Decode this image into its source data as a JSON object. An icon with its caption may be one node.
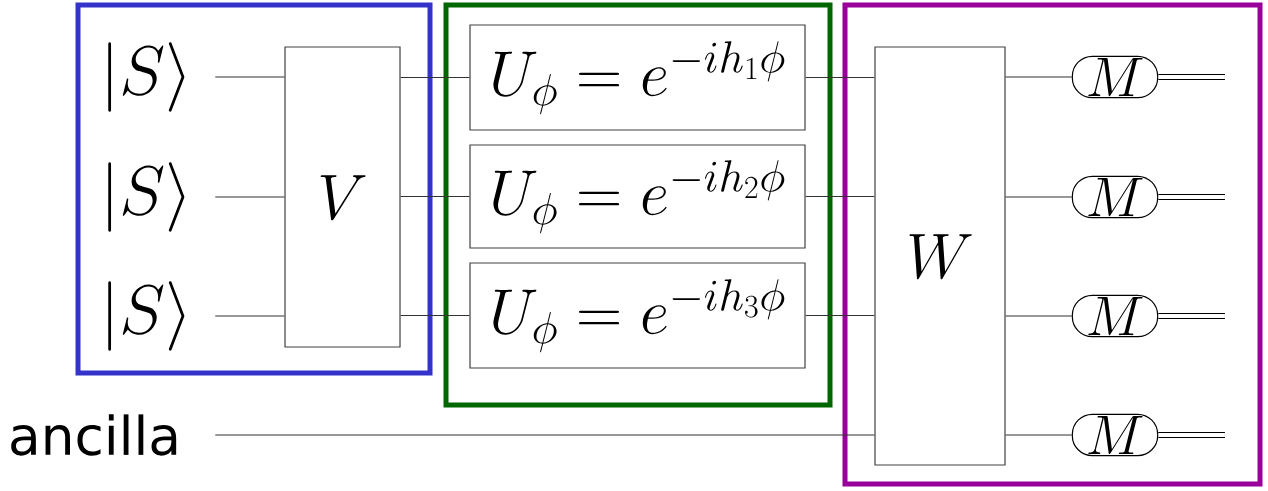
{
  "diagram": {
    "nodes": [
      {
        "text": [],
        "shape": "box"
      },
      {
        "text": [
          "|S\\rangle"
        ],
        "in": 0
      },
      {
        "text": [
          "|S\\rangle"
        ],
        "in": 0
      },
      {
        "text": [
          "|S\\rangle"
        ],
        "in": 0
      },
      {
        "text": [
          "V"
        ],
        "in": 0
      },
      {
        "text": [],
        "shape": "box"
      },
      {
        "text": [
          "U_\\phi = e^{-ih_1\\phi}"
        ],
        "in": 5
      },
      {
        "text": [
          "U_\\phi = e^{-ih_2\\phi}"
        ],
        "in": 5
      },
      {
        "text": [
          "U_\\phi = e^{-ih_3\\phi}"
        ],
        "in": 5
      },
      {
        "text": [
          "ancilla"
        ]
      },
      {
        "text": [],
        "shape": "box"
      },
      {
        "text": [
          "W"
        ],
        "in": 10
      },
      {
        "text": [
          "M"
        ],
        "in": 10
      },
      {
        "text": [
          "M"
        ],
        "in": 10
      },
      {
        "text": [
          "M"
        ],
        "in": 10
      },
      {
        "text": [
          "M"
        ],
        "in": 10
      }
    ],
    "edges": [
      {
        "from": 1,
        "to": 4,
        "arrow": "none"
      },
      {
        "from": 2,
        "to": 4,
        "arrow": "none"
      },
      {
        "from": 3,
        "to": 4,
        "arrow": "none"
      },
      {
        "from": 4,
        "to": 6,
        "arrow": "none"
      },
      {
        "from": 4,
        "to": 7,
        "arrow": "none"
      },
      {
        "from": 4,
        "to": 8,
        "arrow": "none"
      },
      {
        "from": 6,
        "to": 11,
        "arrow": "none"
      },
      {
        "from": 7,
        "to": 11,
        "arrow": "none"
      },
      {
        "from": 8,
        "to": 11,
        "arrow": "none"
      },
      {
        "from": 9,
        "to": 11,
        "arrow": "none"
      },
      {
        "from": 11,
        "to": 12,
        "arrow": "none"
      },
      {
        "from": 11,
        "to": 13,
        "arrow": "none"
      },
      {
        "from": 11,
        "to": 14,
        "arrow": "none"
      },
      {
        "from": 11,
        "to": 15,
        "arrow": "none"
      }
    ]
  }
}
